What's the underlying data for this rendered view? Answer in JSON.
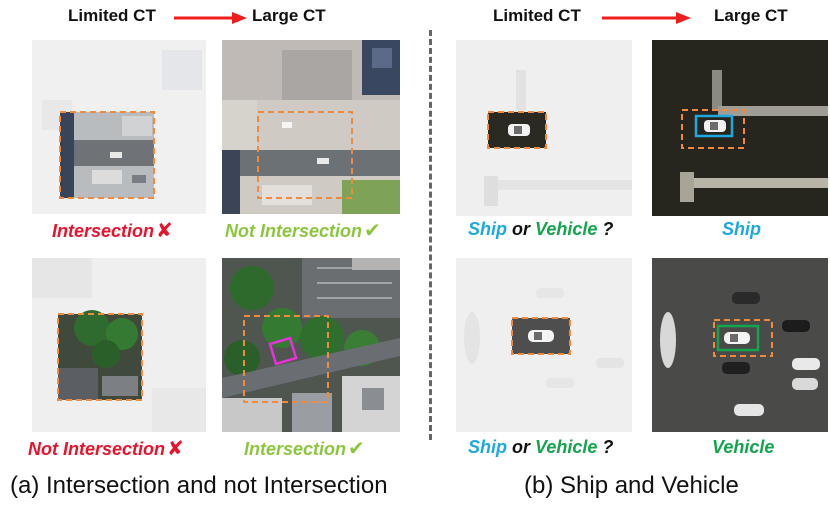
{
  "left_panel": {
    "header_left": "Limited CT",
    "header_right": "Large CT",
    "row1": {
      "left_label": "Intersection",
      "left_mark": "✘",
      "right_label": "Not Intersection",
      "right_mark": "✔"
    },
    "row2": {
      "left_label": "Not Intersection",
      "left_mark": "✘",
      "right_label": "Intersection",
      "right_mark": "✔"
    },
    "caption": "(a) Intersection and not Intersection"
  },
  "right_panel": {
    "header_left": "Limited CT",
    "header_right": "Large CT",
    "row1": {
      "q_ship": "Ship",
      "q_or": "or",
      "q_vehicle": "Vehicle",
      "q_mark": "?",
      "answer": "Ship"
    },
    "row2": {
      "q_ship": "Ship",
      "q_or": "or",
      "q_vehicle": "Vehicle",
      "q_mark": "?",
      "answer": "Vehicle"
    },
    "caption": "(b) Ship and Vehicle"
  },
  "colors": {
    "wrong": "#e8132c",
    "right_green": "#8cc63f",
    "ship_blue": "#1ea7e1",
    "vehicle_green": "#14a44d",
    "box_orange": "#f08a3e",
    "arrow_red": "#ee1c1c",
    "intersection_magenta": "#e832d8"
  }
}
